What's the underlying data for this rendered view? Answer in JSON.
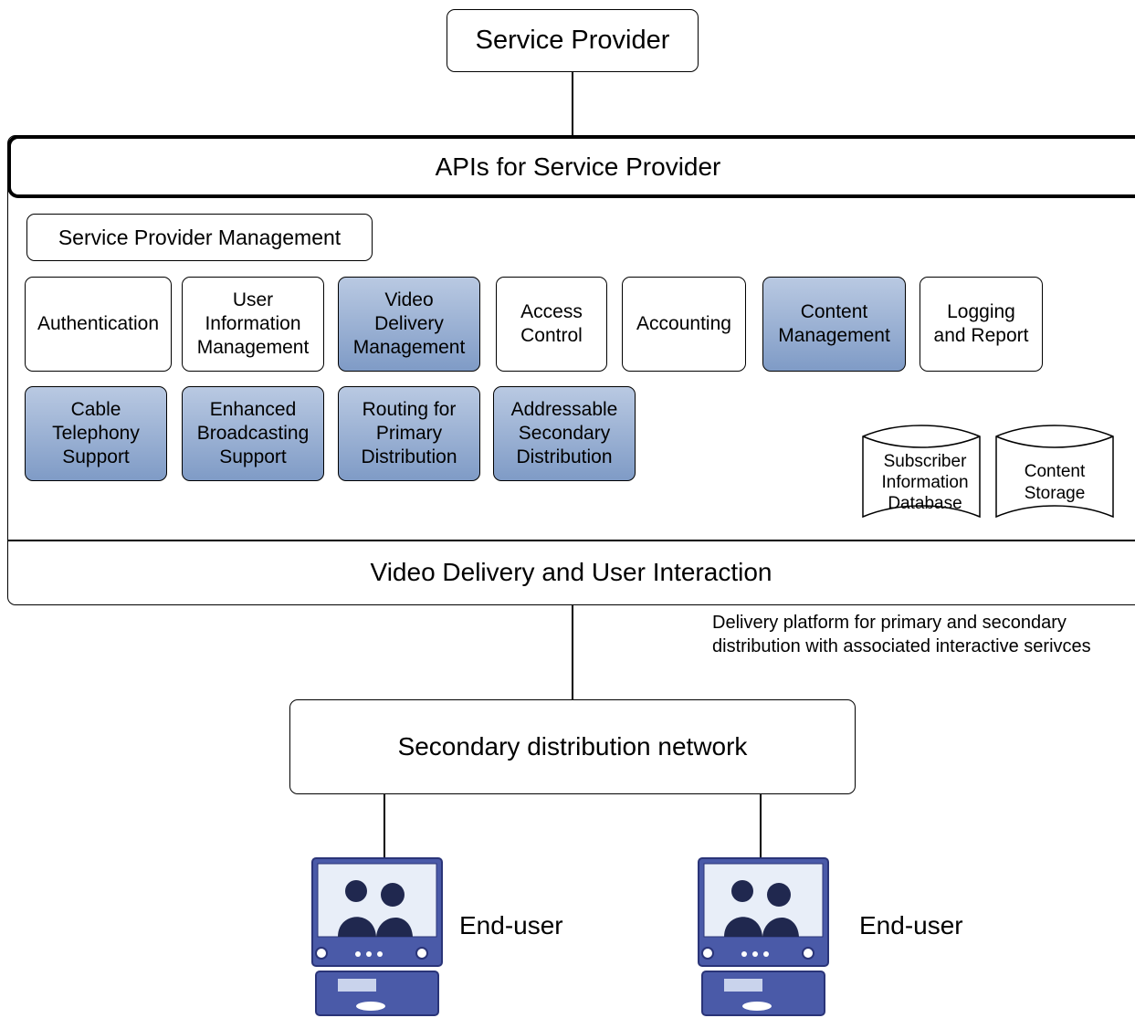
{
  "service_provider": "Service Provider",
  "apis_title": "APIs for Service Provider",
  "management_title": "Service Provider Management",
  "modules_row1": [
    {
      "label": "Authentication",
      "highlighted": false
    },
    {
      "label": "User\nInformation\nManagement",
      "highlighted": false
    },
    {
      "label": "Video\nDelivery\nManagement",
      "highlighted": true
    },
    {
      "label": "Access\nControl",
      "highlighted": false
    },
    {
      "label": "Accounting",
      "highlighted": false
    },
    {
      "label": "Content\nManagement",
      "highlighted": true
    },
    {
      "label": "Logging\nand Report",
      "highlighted": false
    }
  ],
  "modules_row2": [
    {
      "label": "Cable\nTelephony\nSupport",
      "highlighted": true
    },
    {
      "label": "Enhanced\nBroadcasting\nSupport",
      "highlighted": true
    },
    {
      "label": "Routing for\nPrimary\nDistribution",
      "highlighted": true
    },
    {
      "label": "Addressable\nSecondary\nDistribution",
      "highlighted": true
    }
  ],
  "databases": [
    {
      "label": "Subscriber\nInformation\nDatabase"
    },
    {
      "label": "Content\nStorage"
    }
  ],
  "video_delivery_title": "Video Delivery and User Interaction",
  "platform_note": "Delivery platform for primary and secondary\ndistribution with associated interactive serivces",
  "secondary_network": "Secondary distribution network",
  "end_users": [
    {
      "label": "End-user"
    },
    {
      "label": "End-user"
    }
  ],
  "colors": {
    "highlight_top": "#b9c9e2",
    "highlight_bottom": "#7f9bc6",
    "monitor": "#4a5aa8"
  }
}
